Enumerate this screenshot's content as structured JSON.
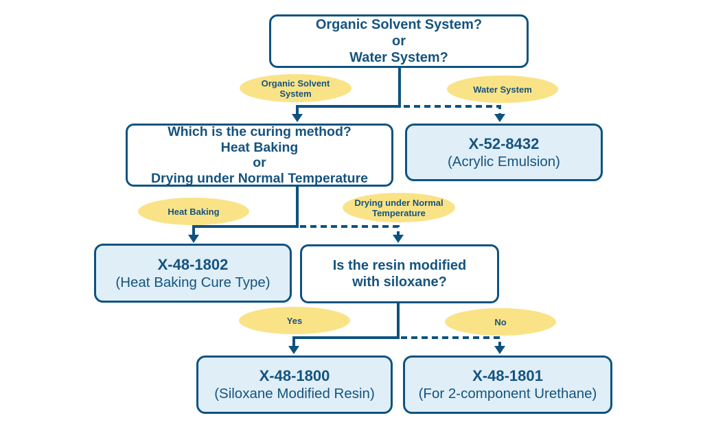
{
  "diagram": {
    "type": "flowchart",
    "colors": {
      "line": "#0d5280",
      "text": "#15537e",
      "question_fill": "#ffffff",
      "result_fill": "#dfeef7",
      "branch_label_fill": "#fae387"
    },
    "nodes": {
      "q_system": {
        "lines": [
          "Organic Solvent System?",
          "or",
          "Water System?"
        ]
      },
      "q_curing": {
        "lines": [
          "Which is the curing method?",
          "Heat Baking",
          "or",
          "Drying under Normal Temperature"
        ]
      },
      "q_siloxane": {
        "lines": [
          "Is the resin modified",
          "with siloxane?"
        ]
      },
      "r_x52_8432": {
        "name": "X-52-8432",
        "desc": "(Acrylic Emulsion)"
      },
      "r_x48_1802": {
        "name": "X-48-1802",
        "desc": "(Heat Baking Cure Type)"
      },
      "r_x48_1800": {
        "name": "X-48-1800",
        "desc": "(Siloxane Modified Resin)"
      },
      "r_x48_1801": {
        "name": "X-48-1801",
        "desc": "(For 2-component Urethane)"
      }
    },
    "branch_labels": {
      "organic_solvent": {
        "lines": [
          "Organic Solvent",
          "System"
        ]
      },
      "water_system": {
        "lines": [
          "Water System"
        ]
      },
      "heat_baking": {
        "lines": [
          "Heat Baking"
        ]
      },
      "drying_normal": {
        "lines": [
          "Drying under Normal",
          "Temperature"
        ]
      },
      "yes": {
        "lines": [
          "Yes"
        ]
      },
      "no": {
        "lines": [
          "No"
        ]
      }
    }
  }
}
